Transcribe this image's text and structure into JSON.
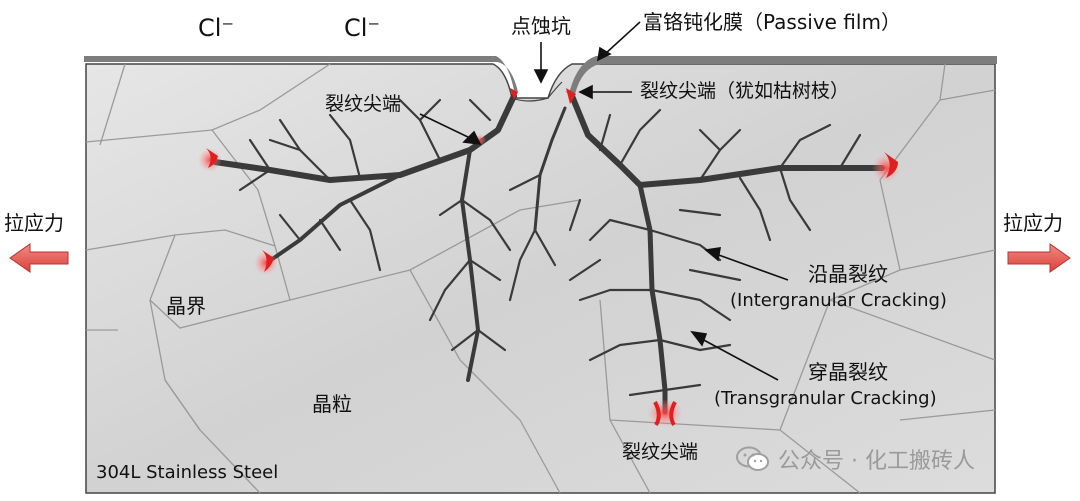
{
  "labels": {
    "cl1": "Cl⁻",
    "cl2": "Cl⁻",
    "pit": "点蚀坑",
    "passive_film": "富铬钝化膜（Passive film）",
    "crack_tip_top": "裂纹尖端",
    "crack_tip_branch": "裂纹尖端（犹如枯树枝）",
    "stress_left": "拉应力",
    "stress_right": "拉应力",
    "grain_boundary": "晶界",
    "grain": "晶粒",
    "intergranular_cn": "沿晶裂纹",
    "intergranular_en": "(Intergranular Cracking)",
    "transgranular_cn": "穿晶裂纹",
    "transgranular_en": "(Transgranular Cracking)",
    "crack_tip_bottom": "裂纹尖端",
    "material": "304L Stainless Steel",
    "watermark": "公众号 · 化工搬砖人"
  },
  "colors": {
    "metal": "#d6d6d6",
    "film": "#7d7d7d",
    "crack": "#3a3a3a",
    "tip": "#e02020",
    "arrow": "#e0605a"
  }
}
